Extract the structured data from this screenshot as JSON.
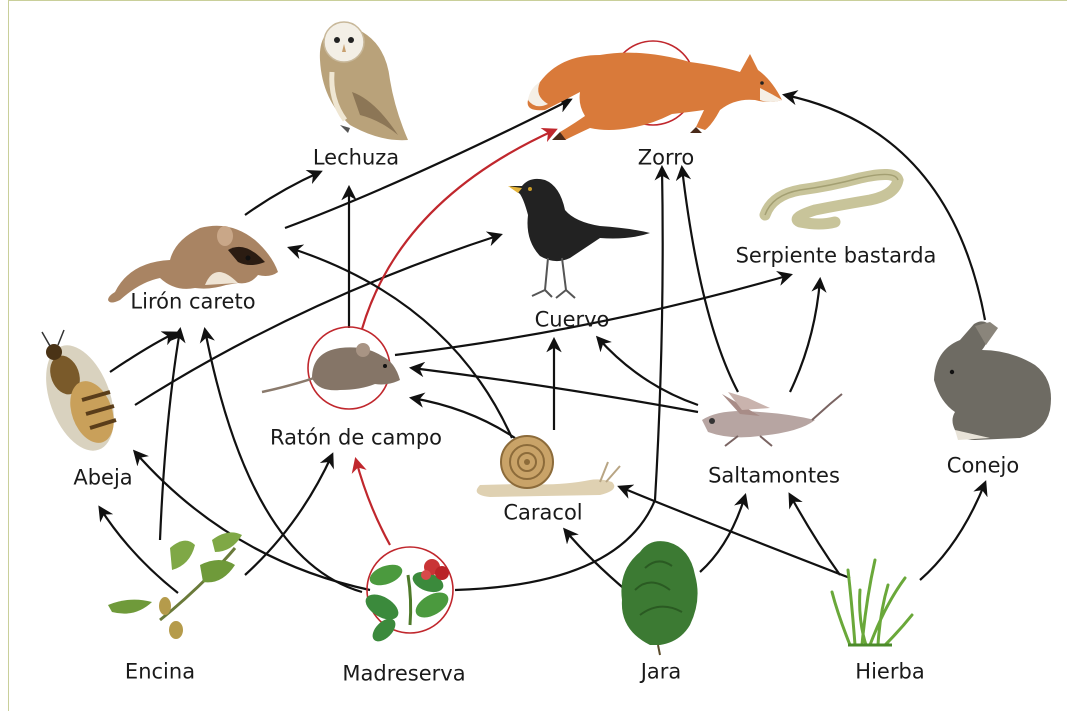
{
  "diagram": {
    "organisms": [
      {
        "id": "lechuza",
        "label": "Lechuza",
        "icon": "owl-icon"
      },
      {
        "id": "zorro",
        "label": "Zorro",
        "icon": "fox-icon"
      },
      {
        "id": "liron",
        "label": "Lirón careto",
        "icon": "dormouse-icon"
      },
      {
        "id": "cuervo",
        "label": "Cuervo",
        "icon": "blackbird-icon"
      },
      {
        "id": "serpiente",
        "label": "Serpiente bastarda",
        "icon": "snake-icon"
      },
      {
        "id": "abeja",
        "label": "Abeja",
        "icon": "bee-icon"
      },
      {
        "id": "raton",
        "label": "Ratón de campo",
        "icon": "mouse-icon"
      },
      {
        "id": "caracol",
        "label": "Caracol",
        "icon": "snail-icon"
      },
      {
        "id": "saltamontes",
        "label": "Saltamontes",
        "icon": "grasshopper-icon"
      },
      {
        "id": "conejo",
        "label": "Conejo",
        "icon": "rabbit-icon"
      },
      {
        "id": "encina",
        "label": "Encina",
        "icon": "oak-branch-icon"
      },
      {
        "id": "madreserva",
        "label": "Madreserva",
        "icon": "honeysuckle-plant-icon"
      },
      {
        "id": "jara",
        "label": "Jara",
        "icon": "rockrose-shrub-icon"
      },
      {
        "id": "hierba",
        "label": "Hierba",
        "icon": "grass-icon"
      }
    ],
    "highlighted": [
      "zorro",
      "raton",
      "madreserva"
    ],
    "colors": {
      "arrow": "#111111",
      "highlight": "#c0272d",
      "frame": "#c9cf9a"
    },
    "relations": [
      {
        "from": "encina",
        "to": "abeja"
      },
      {
        "from": "encina",
        "to": "liron"
      },
      {
        "from": "encina",
        "to": "raton"
      },
      {
        "from": "madreserva",
        "to": "abeja"
      },
      {
        "from": "madreserva",
        "to": "liron"
      },
      {
        "from": "madreserva",
        "to": "raton",
        "highlight": true
      },
      {
        "from": "madreserva",
        "to": "zorro"
      },
      {
        "from": "jara",
        "to": "caracol"
      },
      {
        "from": "jara",
        "to": "saltamontes"
      },
      {
        "from": "hierba",
        "to": "caracol"
      },
      {
        "from": "hierba",
        "to": "saltamontes"
      },
      {
        "from": "hierba",
        "to": "conejo"
      },
      {
        "from": "abeja",
        "to": "liron"
      },
      {
        "from": "abeja",
        "to": "cuervo"
      },
      {
        "from": "raton",
        "to": "lechuza"
      },
      {
        "from": "raton",
        "to": "zorro",
        "highlight": true
      },
      {
        "from": "raton",
        "to": "serpiente"
      },
      {
        "from": "caracol",
        "to": "raton"
      },
      {
        "from": "caracol",
        "to": "cuervo"
      },
      {
        "from": "caracol",
        "to": "liron"
      },
      {
        "from": "saltamontes",
        "to": "raton"
      },
      {
        "from": "saltamontes",
        "to": "cuervo"
      },
      {
        "from": "saltamontes",
        "to": "zorro"
      },
      {
        "from": "saltamontes",
        "to": "serpiente"
      },
      {
        "from": "liron",
        "to": "lechuza"
      },
      {
        "from": "liron",
        "to": "zorro"
      },
      {
        "from": "conejo",
        "to": "zorro"
      }
    ]
  }
}
